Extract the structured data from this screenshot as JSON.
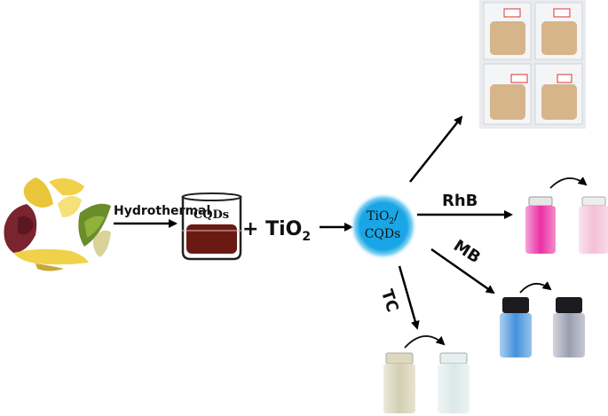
{
  "labels": {
    "hydrothermal": "Hydrothermal",
    "cqds": "CQDs",
    "plus_tio2_main": "+ TiO",
    "plus_tio2_sub": "2",
    "sphere_line1_main": "TiO",
    "sphere_line1_sub": "2",
    "sphere_line1_slash": "/",
    "sphere_line2": "CQDs",
    "rhb": "RhB",
    "mb": "MB",
    "tc": "TC"
  },
  "colors": {
    "arrow": "#000000",
    "cqd_liquid": "#6a1a12",
    "sphere_core": "#1aa6e6",
    "sphere_glow": "#bfe8fb",
    "rhb_before": "#e8189a",
    "rhb_after": "#f3b8d0",
    "mb_before": "#2f86d8",
    "mb_after": "#8f93a8",
    "tc_before": "#cfc8a8",
    "tc_after": "#d8e6e6",
    "tile": "#d7b58a"
  }
}
